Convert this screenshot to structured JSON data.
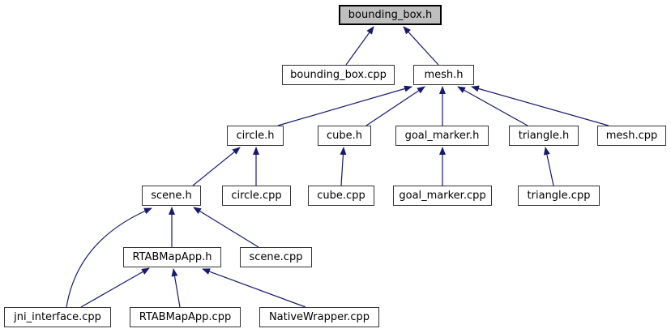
{
  "diagram": {
    "type": "include-dependency-graph",
    "root": "bounding_box.h",
    "colors": {
      "edge": "#191970",
      "node_fill": "#ffffff",
      "node_border": "#343434",
      "highlight_fill": "#bfbfbf",
      "highlight_border": "#000000",
      "text": "#000000",
      "background": "#ffffff"
    },
    "nodes": [
      {
        "id": "bounding_box_h",
        "label": "bounding_box.h",
        "highlighted": true
      },
      {
        "id": "bounding_box_cpp",
        "label": "bounding_box.cpp",
        "highlighted": false
      },
      {
        "id": "mesh_h",
        "label": "mesh.h",
        "highlighted": false
      },
      {
        "id": "circle_h",
        "label": "circle.h",
        "highlighted": false
      },
      {
        "id": "cube_h",
        "label": "cube.h",
        "highlighted": false
      },
      {
        "id": "goal_marker_h",
        "label": "goal_marker.h",
        "highlighted": false
      },
      {
        "id": "triangle_h",
        "label": "triangle.h",
        "highlighted": false
      },
      {
        "id": "mesh_cpp",
        "label": "mesh.cpp",
        "highlighted": false
      },
      {
        "id": "scene_h",
        "label": "scene.h",
        "highlighted": false
      },
      {
        "id": "circle_cpp",
        "label": "circle.cpp",
        "highlighted": false
      },
      {
        "id": "cube_cpp",
        "label": "cube.cpp",
        "highlighted": false
      },
      {
        "id": "goal_marker_cpp",
        "label": "goal_marker.cpp",
        "highlighted": false
      },
      {
        "id": "triangle_cpp",
        "label": "triangle.cpp",
        "highlighted": false
      },
      {
        "id": "RTABMapApp_h",
        "label": "RTABMapApp.h",
        "highlighted": false
      },
      {
        "id": "scene_cpp",
        "label": "scene.cpp",
        "highlighted": false
      },
      {
        "id": "jni_interface_cpp",
        "label": "jni_interface.cpp",
        "highlighted": false
      },
      {
        "id": "RTABMapApp_cpp",
        "label": "RTABMapApp.cpp",
        "highlighted": false
      },
      {
        "id": "NativeWrapper_cpp",
        "label": "NativeWrapper.cpp",
        "highlighted": false
      }
    ],
    "edges": [
      {
        "from": "bounding_box_cpp",
        "to": "bounding_box_h"
      },
      {
        "from": "mesh_h",
        "to": "bounding_box_h"
      },
      {
        "from": "circle_h",
        "to": "mesh_h"
      },
      {
        "from": "cube_h",
        "to": "mesh_h"
      },
      {
        "from": "goal_marker_h",
        "to": "mesh_h"
      },
      {
        "from": "triangle_h",
        "to": "mesh_h"
      },
      {
        "from": "mesh_cpp",
        "to": "mesh_h"
      },
      {
        "from": "scene_h",
        "to": "circle_h"
      },
      {
        "from": "circle_cpp",
        "to": "circle_h"
      },
      {
        "from": "cube_cpp",
        "to": "cube_h"
      },
      {
        "from": "goal_marker_cpp",
        "to": "goal_marker_h"
      },
      {
        "from": "triangle_cpp",
        "to": "triangle_h"
      },
      {
        "from": "RTABMapApp_h",
        "to": "scene_h"
      },
      {
        "from": "scene_cpp",
        "to": "scene_h"
      },
      {
        "from": "jni_interface_cpp",
        "to": "scene_h"
      },
      {
        "from": "jni_interface_cpp",
        "to": "RTABMapApp_h"
      },
      {
        "from": "RTABMapApp_cpp",
        "to": "RTABMapApp_h"
      },
      {
        "from": "NativeWrapper_cpp",
        "to": "RTABMapApp_h"
      }
    ]
  }
}
